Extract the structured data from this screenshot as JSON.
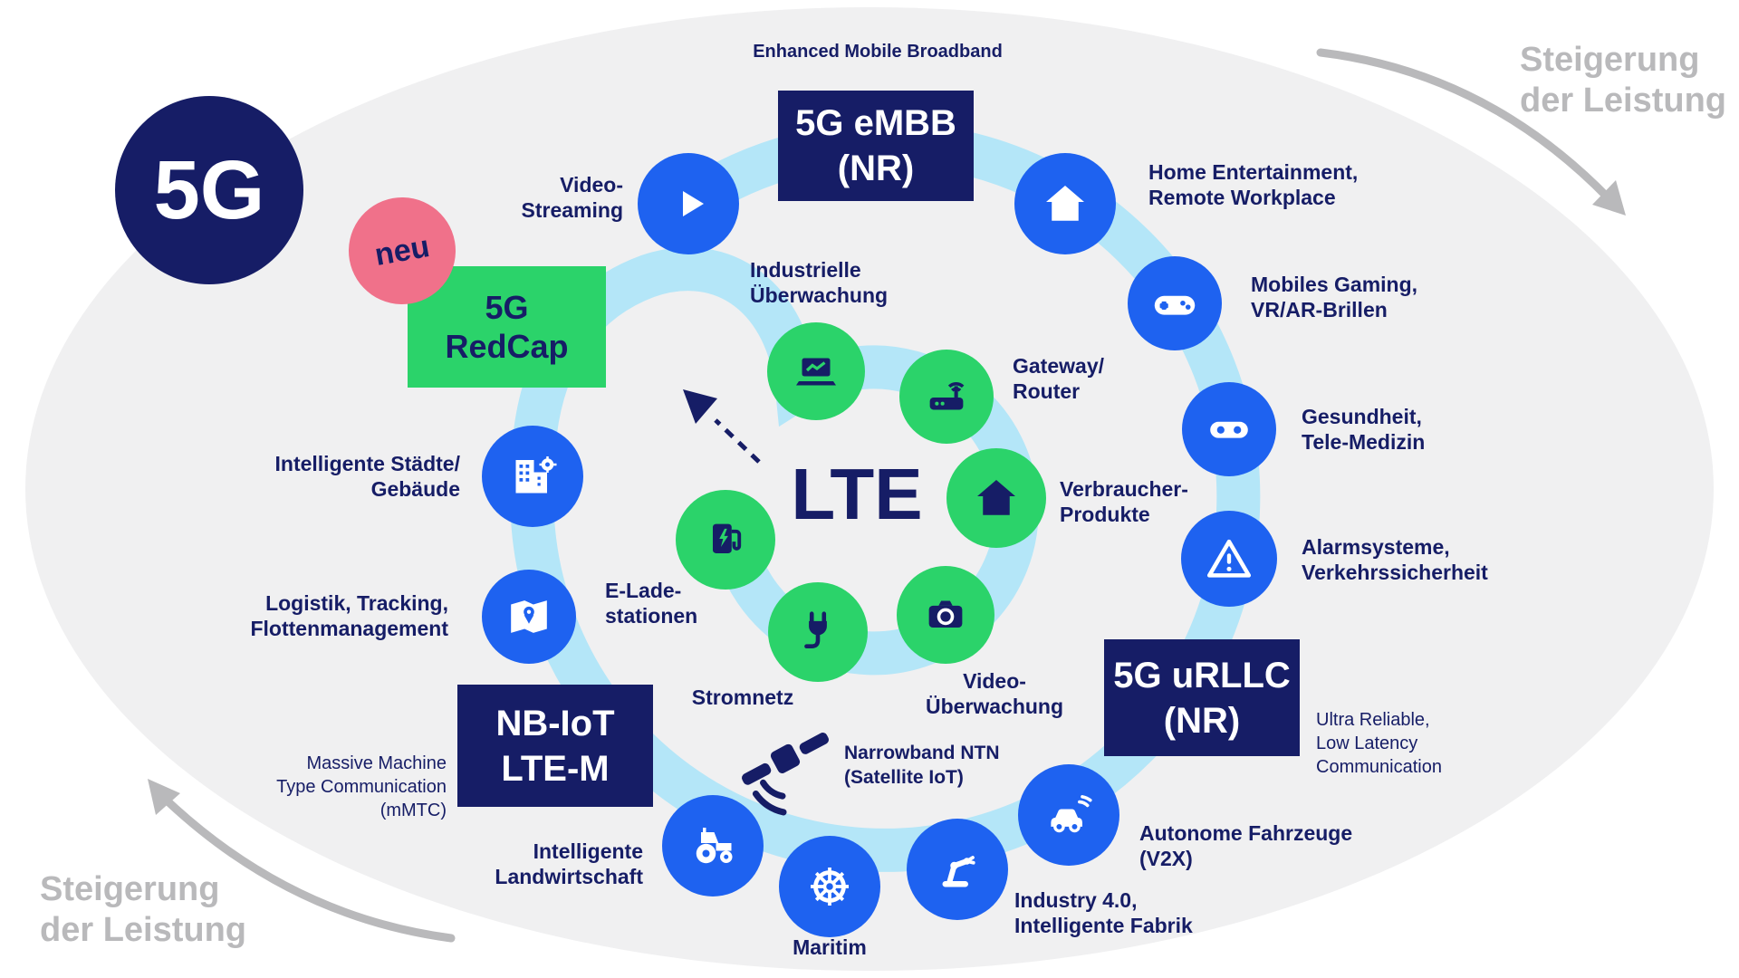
{
  "palette": {
    "navy": "#161d66",
    "blue": "#1e62f0",
    "green": "#2bd36a",
    "light_blue": "#b4e6f8",
    "pink": "#f0718a",
    "bg_ellipse": "#f0f0f1",
    "gray": "#b9b9bb",
    "white": "#ffffff"
  },
  "hero": {
    "badge": "5G",
    "neu": "neu",
    "redcap": "5G\nRedCap"
  },
  "embb": {
    "caption": "Enhanced Mobile Broadband",
    "title": "5G eMBB\n(NR)"
  },
  "urllc": {
    "title": "5G uRLLC\n(NR)",
    "caption": "Ultra Reliable,\nLow Latency\nCommunication"
  },
  "nbiot": {
    "title": "NB-IoT\nLTE-M",
    "caption": "Massive Machine\nType Communication\n(mMTC)"
  },
  "lte": {
    "label": "LTE"
  },
  "satellite": {
    "label": "Narrowband NTN\n(Satellite IoT)",
    "icon": "satellite-icon"
  },
  "performance_arrows": {
    "top_right": "Steigerung\nder Leistung",
    "bottom_left": "Steigerung\nder Leistung"
  },
  "outer_nodes": {
    "video_streaming": {
      "label": "Video-\nStreaming",
      "icon": "play-icon"
    },
    "home_entertainment": {
      "label": "Home Entertainment,\nRemote Workplace",
      "icon": "home-icon"
    },
    "mobile_gaming": {
      "label": "Mobiles Gaming,\nVR/AR-Brillen",
      "icon": "gamepad-icon"
    },
    "health": {
      "label": "Gesundheit,\nTele-Medizin",
      "icon": "vr-glasses-icon"
    },
    "alarm": {
      "label": "Alarmsysteme,\nVerkehrssicherheit",
      "icon": "warning-triangle-icon"
    },
    "autonomous_vehicles": {
      "label": "Autonome Fahrzeuge\n(V2X)",
      "icon": "connected-car-icon"
    },
    "industry": {
      "label": "Industry 4.0,\nIntelligente Fabrik",
      "icon": "robot-arm-icon"
    },
    "maritime": {
      "label": "Maritim",
      "icon": "helm-icon"
    },
    "agriculture": {
      "label": "Intelligente\nLandwirtschaft",
      "icon": "tractor-icon"
    },
    "logistics": {
      "label": "Logistik, Tracking,\nFlottenmanagement",
      "icon": "map-icon"
    },
    "smart_city": {
      "label": "Intelligente Städte/\nGebäude",
      "icon": "building-icon"
    }
  },
  "inner_nodes": {
    "industrial_monitoring": {
      "label": "Industrielle\nÜberwachung",
      "icon": "laptop-icon"
    },
    "gateway_router": {
      "label": "Gateway/\nRouter",
      "icon": "router-icon"
    },
    "consumer_products": {
      "label": "Verbraucher-\nProdukte",
      "icon": "house-icon"
    },
    "video_surveillance": {
      "label": "Video-\nÜberwachung",
      "icon": "camera-icon"
    },
    "power_grid": {
      "label": "Stromnetz",
      "icon": "plug-icon"
    },
    "ev_charging": {
      "label": "E-Lade-\nstationen",
      "icon": "ev-charger-icon"
    }
  }
}
